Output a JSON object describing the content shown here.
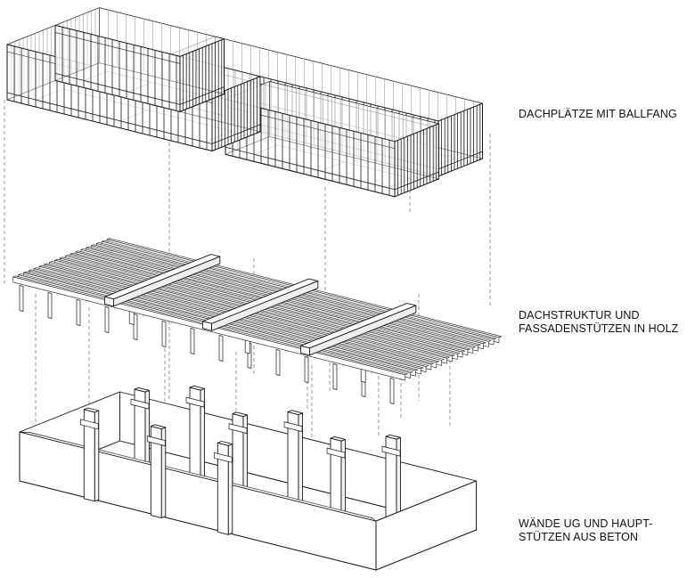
{
  "labels": {
    "roof_courts": "DACHPLÄTZE MIT BALLFANG",
    "roof_structure_line1": "DACHSTRUKTUR UND",
    "roof_structure_line2": "FASSADENSTÜTZEN IN HOLZ",
    "walls_line1": "WÄNDE UG UND HAUPT-",
    "walls_line2": "STÜTZEN AUS BETON"
  },
  "colors": {
    "line": "#1a1a1a",
    "thin_line": "#8a8a8a",
    "dash": "#555555",
    "fill": "#ffffff"
  }
}
